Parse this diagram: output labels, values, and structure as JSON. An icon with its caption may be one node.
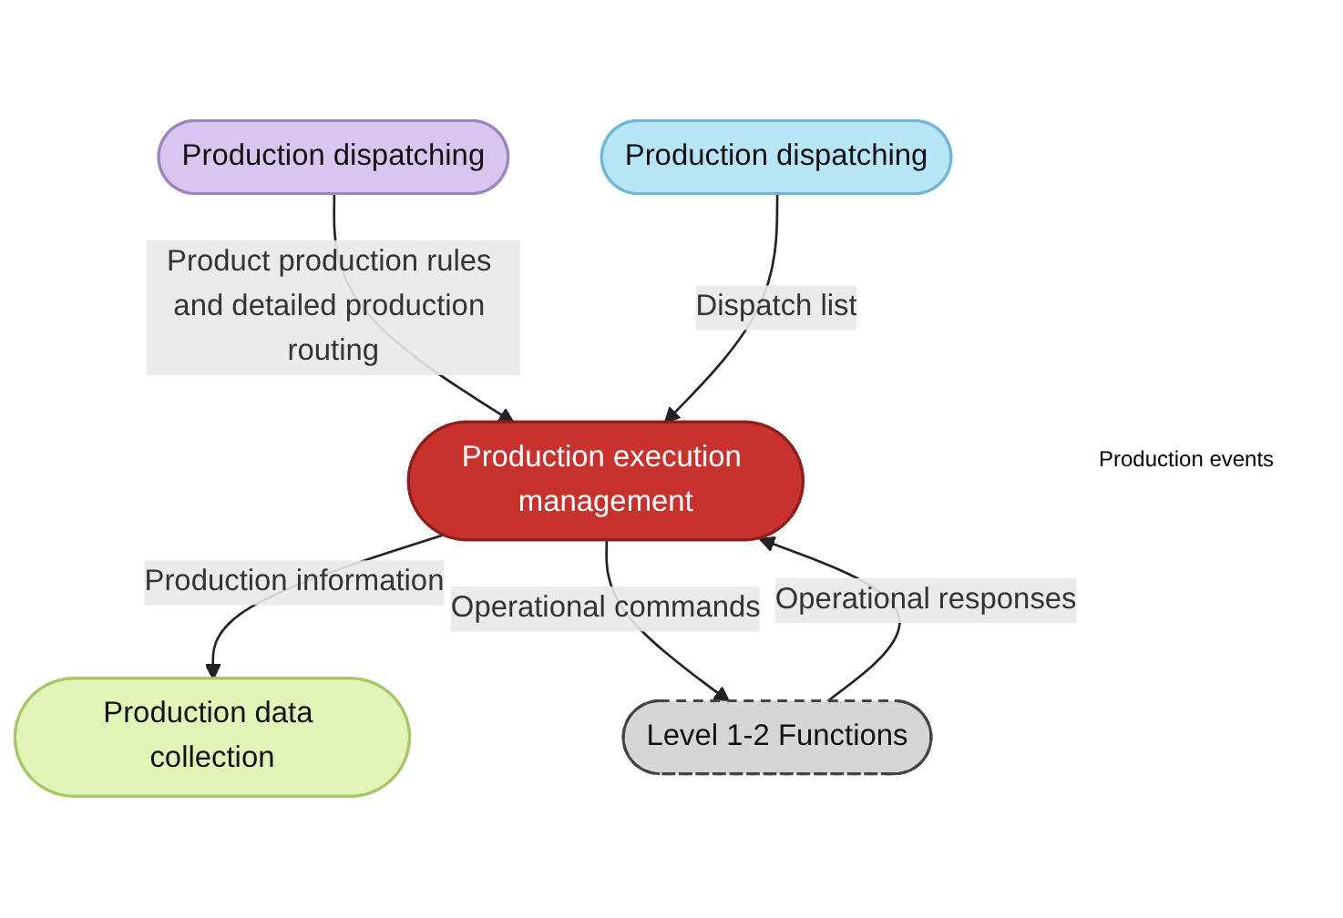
{
  "diagram": {
    "nodes": [
      {
        "text": [
          "Production dispatching"
        ]
      },
      {
        "text": [
          "Production dispatching"
        ]
      },
      {
        "text": [
          "Production execution management"
        ]
      },
      {
        "text": [
          "Production data collection"
        ]
      },
      {
        "text": [
          "Level 1-2 Functions"
        ]
      }
    ],
    "edges": [
      {
        "from": 0,
        "to": 2,
        "arrow": "to",
        "label": "Product production rules and detailed production routing"
      },
      {
        "from": 1,
        "to": 2,
        "arrow": "to",
        "label": "Dispatch list"
      },
      {
        "from": 2,
        "to": 3,
        "arrow": "to",
        "label": "Production information"
      },
      {
        "from": 2,
        "to": 4,
        "arrow": "to",
        "label": "Operational commands"
      },
      {
        "from": 4,
        "to": 2,
        "arrow": "to",
        "label": "Operational responses"
      }
    ],
    "labels": [
      "Production events"
    ]
  }
}
